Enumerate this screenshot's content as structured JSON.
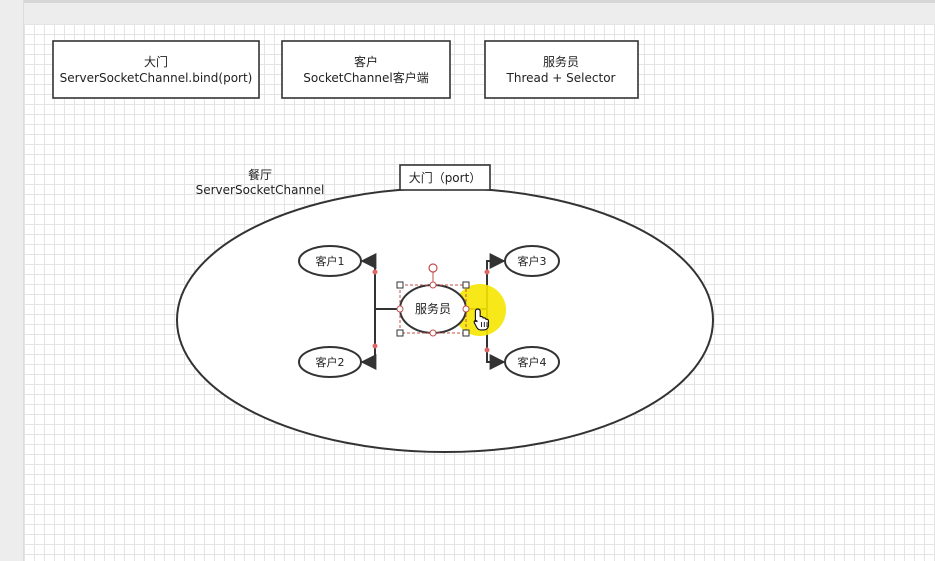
{
  "legend": [
    {
      "title": "大门",
      "detail": "ServerSocketChannel.bind(port)"
    },
    {
      "title": "客户",
      "detail": "SocketChannel客户端"
    },
    {
      "title": "服务员",
      "detail": "Thread + Selector"
    }
  ],
  "restaurant": {
    "title": "餐厅",
    "subtitle": "ServerSocketChannel"
  },
  "door_label": "大门（port）",
  "waiter_label": "服务员",
  "clients": [
    "客户1",
    "客户2",
    "客户3",
    "客户4"
  ],
  "colors": {
    "stroke": "#333333",
    "handle_dot": "#e06666",
    "selection": "#c0504d",
    "cursor_highlight": "#f5e600"
  },
  "icons": {
    "cursor": "hand-pointer-icon"
  }
}
